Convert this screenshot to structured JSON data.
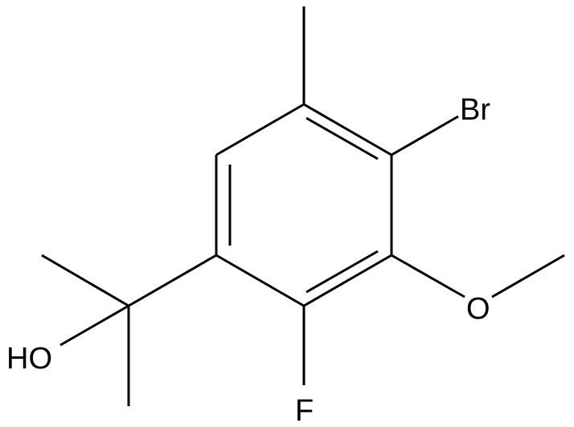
{
  "diagram": {
    "type": "skeletal-structure",
    "colors": {
      "bond": "#000000",
      "label": "#000000",
      "background": "#ffffff"
    },
    "atom_labels": {
      "bromine": "Br",
      "methoxy_oxygen": "O",
      "fluorine": "F",
      "hydroxyl": "HO"
    }
  }
}
